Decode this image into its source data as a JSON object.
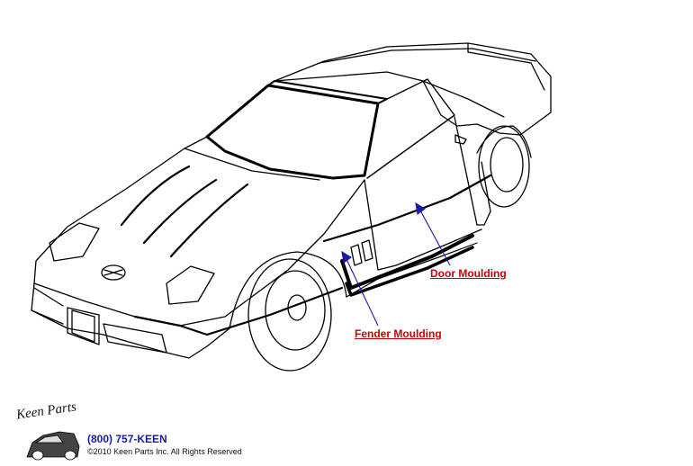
{
  "callouts": {
    "door_moulding": "Door Moulding",
    "fender_moulding": "Fender Moulding"
  },
  "footer": {
    "brand_script": "Keen Parts",
    "phone": "(800) 757-KEEN",
    "copyright": "©2010 Keen Parts Inc. All Rights Reserved"
  },
  "colors": {
    "line": "#000000",
    "arrow": "#1a1aa6",
    "callout_text": "#cc0000",
    "phone_text": "#1a1aa6"
  }
}
